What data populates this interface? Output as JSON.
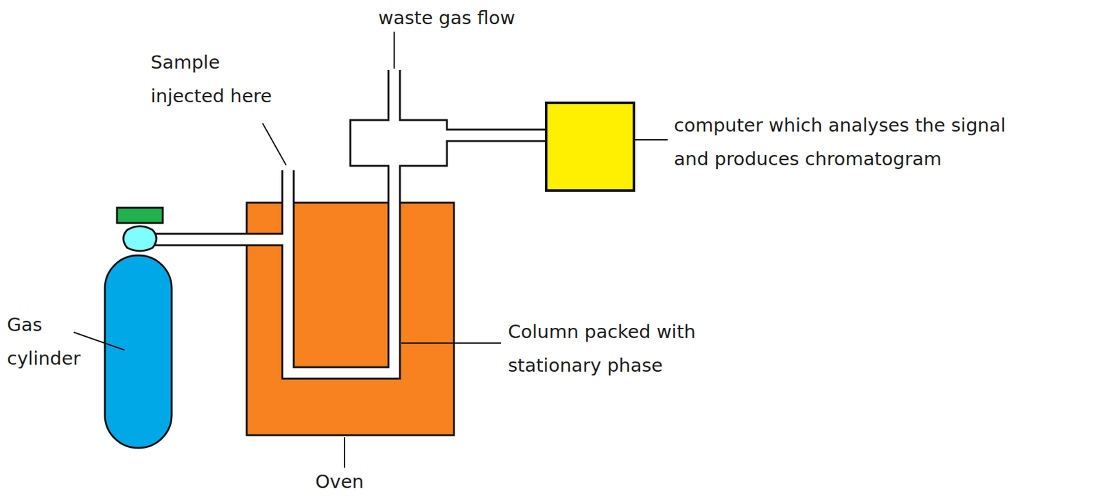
{
  "diagram": {
    "labels": [
      "waste gas flow",
      "Sample injected here",
      "computer which analyses the signal and produces chromatogram",
      "Gas cylinder",
      "Column packed with stationary phase",
      "Oven"
    ]
  }
}
